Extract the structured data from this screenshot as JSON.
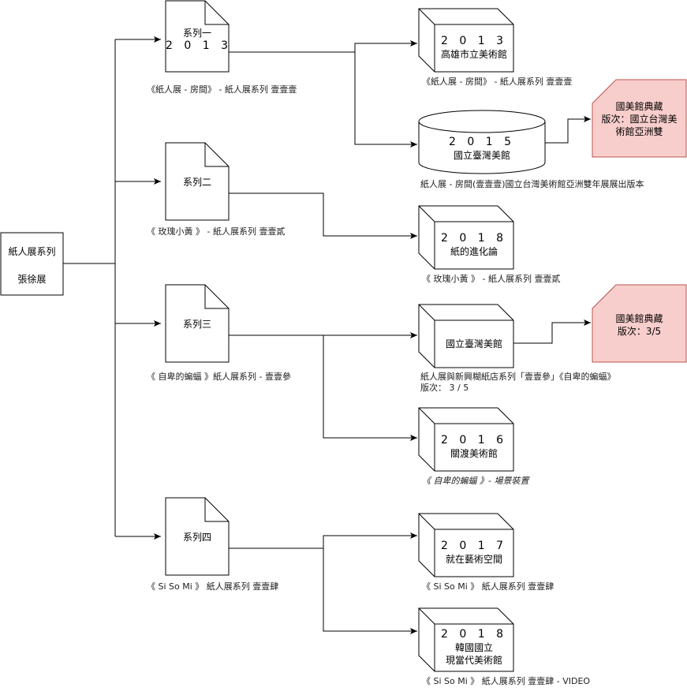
{
  "root": {
    "line1": "紙人展系列",
    "line2": "張徐展"
  },
  "series": [
    {
      "title": "系列一",
      "year": "2 0 1 3",
      "caption": "《紙人展 - 房間》 - 紙人展系列 壹壹壹"
    },
    {
      "title": "系列二",
      "caption": "《 玫瑰小黃 》 - 紙人展系列 壹壹貳"
    },
    {
      "title": "系列三",
      "caption": "《 自卑的蝙蝠 》紙人展系列 - 壹壹參"
    },
    {
      "title": "系列四",
      "caption": "《 Si So Mi 》 紙人展系列 壹壹肆"
    }
  ],
  "exhibitions": [
    {
      "year": "2 0 1 3",
      "venue": "高雄市立美術館",
      "caption": "《紙人展 - 房間》 - 紙人展系列 壹壹壹"
    },
    {
      "year": "2 0 1 5",
      "venue": "國立臺灣美館",
      "caption": "紙人展 - 房間(壹壹壹)國立台灣美術館亞洲雙年展展出版本"
    },
    {
      "year": "2 0 1 8",
      "venue": "紙的進化論",
      "caption": "《 玫瑰小黃 》 - 紙人展系列 壹壹貳"
    },
    {
      "venue": "國立臺灣美館",
      "caption1": "紙人展與新興糊紙店系列「壹壹參」《自卑的蝙蝠》",
      "caption2": "版次： 3 / 5"
    },
    {
      "year": "2 0 1 6",
      "venue": "關渡美術館",
      "caption": "《 自卑的蝙蝠 》- 場景裝置"
    },
    {
      "year": "2 0 1 7",
      "venue": "就在藝術空間",
      "caption": "《 Si So Mi 》 紙人展系列 壹壹肆"
    },
    {
      "year": "2 0 1 8",
      "venue1": "韓國國立",
      "venue2": "現當代美術館",
      "caption": "《 Si So Mi 》 紙人展系列 壹壹肆 - VIDEO"
    }
  ],
  "collections": [
    {
      "line1": "國美館典藏",
      "line2": "版次：國立台灣美",
      "line3": "術館亞洲雙"
    },
    {
      "line1": "國美館典藏",
      "line2": "版次：3/5"
    }
  ],
  "colors": {
    "stroke": "#000000",
    "collection_fill": "#f8cecc",
    "collection_stroke": "#b85450",
    "shape_fill": "#ffffff"
  }
}
